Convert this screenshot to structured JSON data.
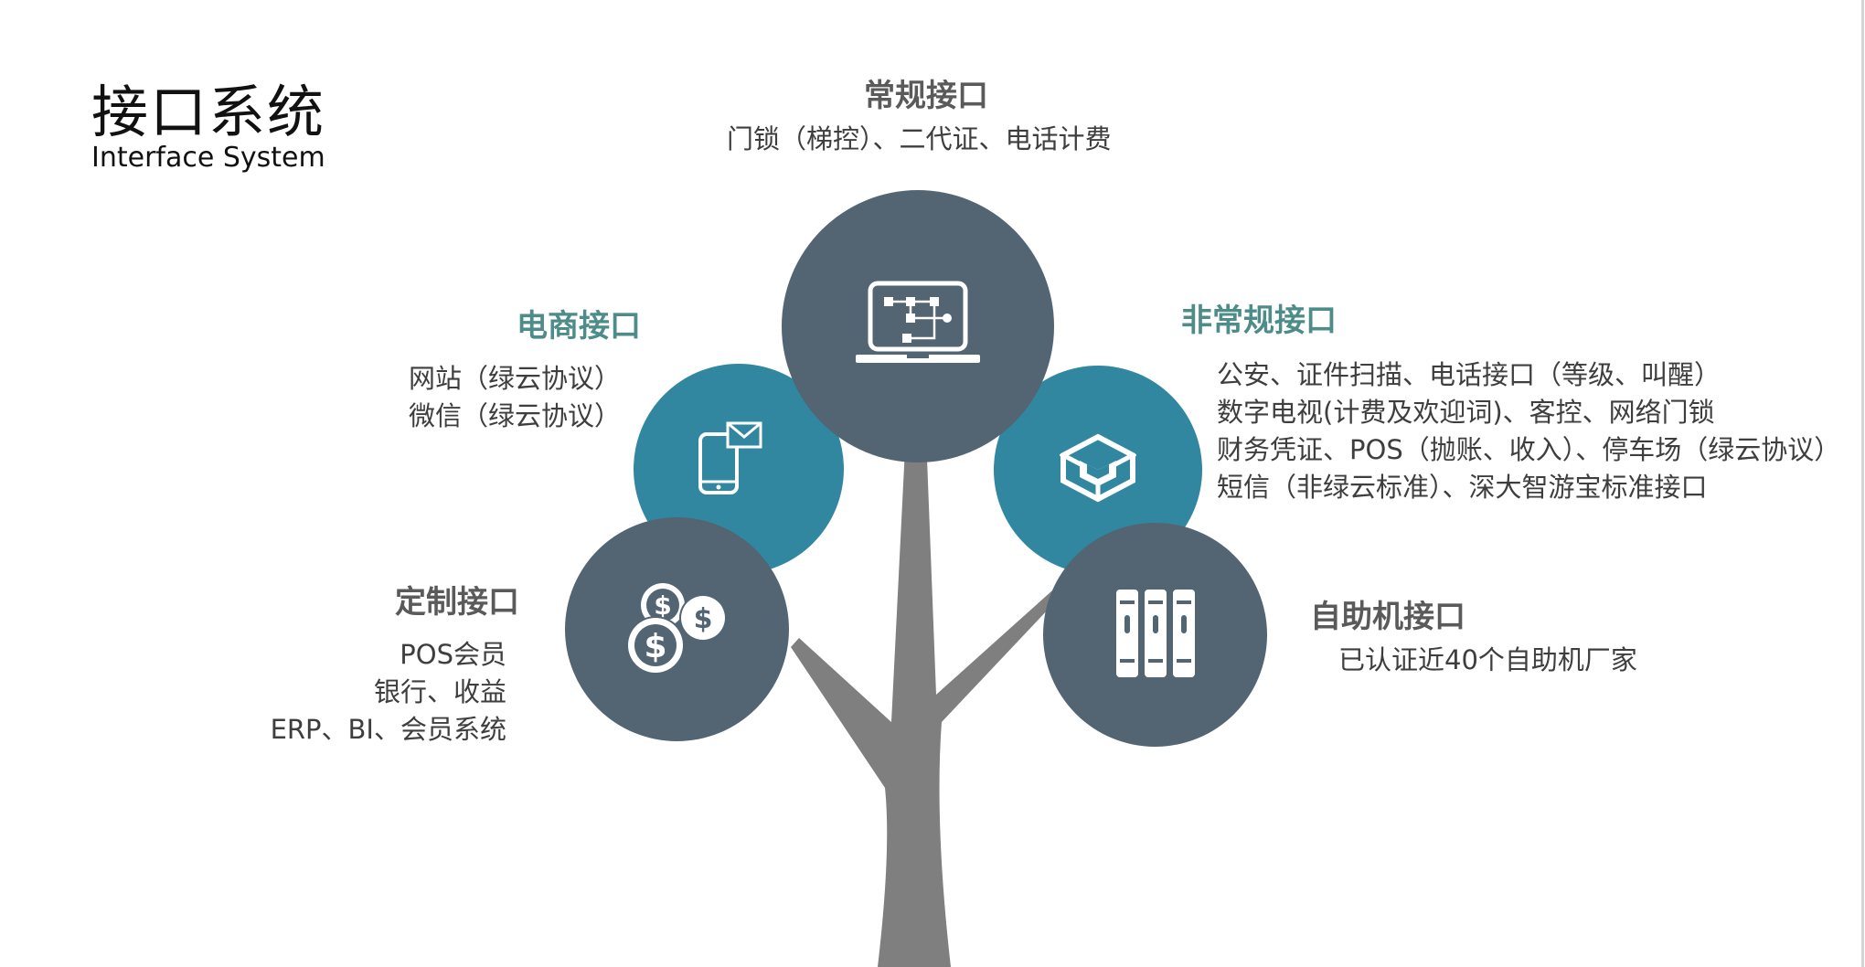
{
  "title": {
    "main": "接口系统",
    "sub": "Interface System"
  },
  "groups": {
    "top": {
      "heading": "常规接口",
      "lines": [
        "门锁（梯控）、二代证、电话计费"
      ],
      "icon": "laptop-flowchart-icon"
    },
    "upper_left": {
      "heading": "电商接口",
      "lines": [
        "网站（绿云协议）",
        "微信（绿云协议）"
      ],
      "icon": "mobile-mail-icon"
    },
    "upper_right": {
      "heading": "非常规接口",
      "lines": [
        "公安、证件扫描、电话接口（等级、叫醒）",
        "数字电视(计费及欢迎词)、客控、网络门锁",
        "财务凭证、POS（抛账、收入）、停车场（绿云协议）",
        "短信（非绿云标准）、深大智游宝标准接口"
      ],
      "icon": "box-3d-icon"
    },
    "lower_left": {
      "heading": "定制接口",
      "lines": [
        "POS会员",
        "银行、收益",
        "ERP、BI、会员系统"
      ],
      "icon": "coins-icon"
    },
    "lower_right": {
      "heading": "自助机接口",
      "lines": [
        "已认证近40个自助机厂家"
      ],
      "icon": "binders-icon"
    }
  },
  "colors": {
    "slate": "#536473",
    "teal": "#31879f",
    "trunk": "#7f7f7f",
    "heading_teal": "#4e8c89",
    "heading_gray": "#5a5a5a"
  }
}
